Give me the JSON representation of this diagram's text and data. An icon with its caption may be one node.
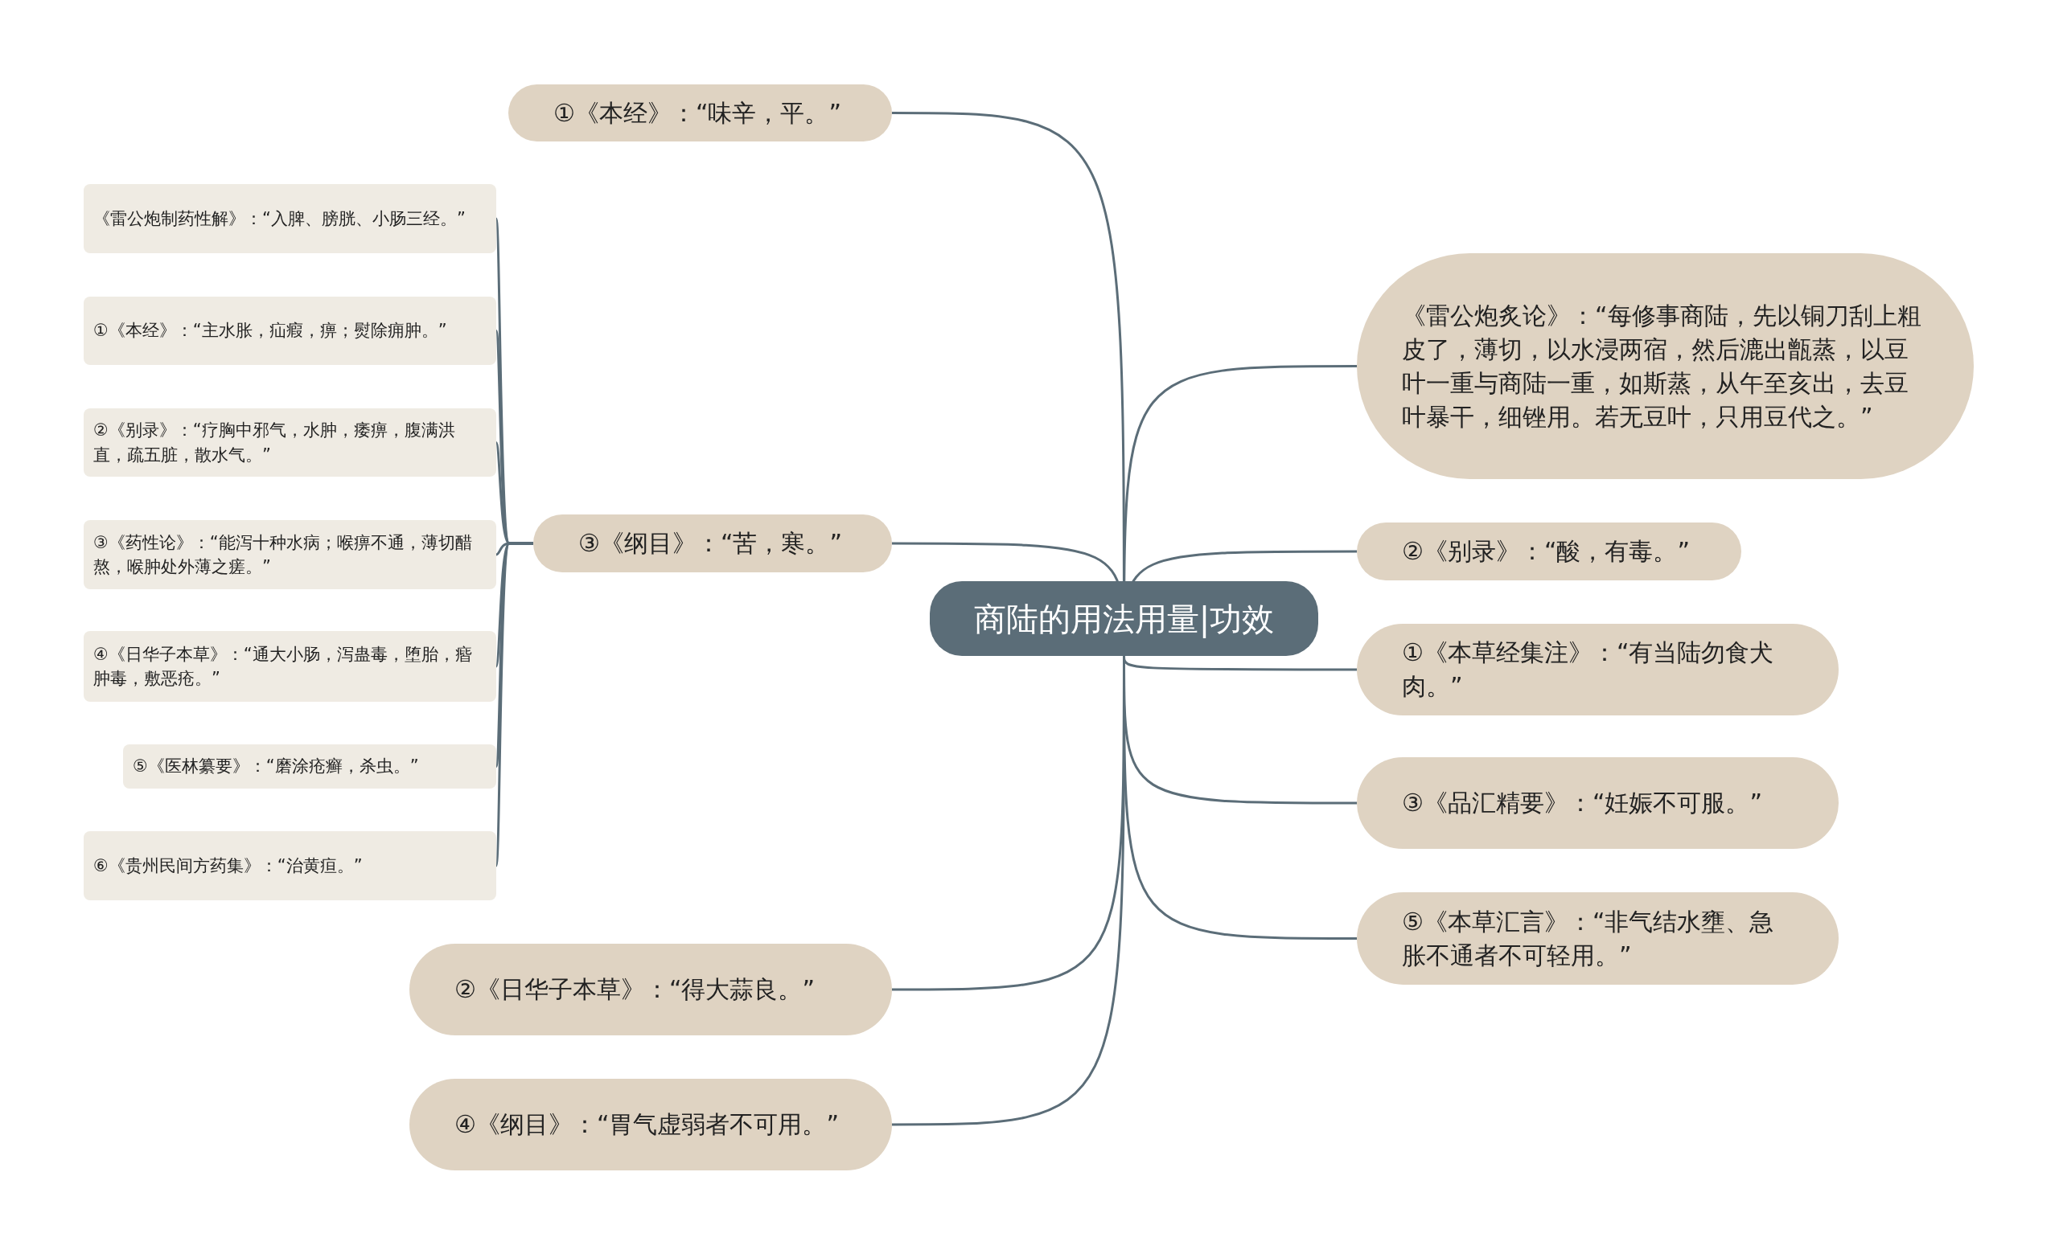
{
  "diagram": {
    "nodes": [
      {
        "text": [
          "商陆的用法用量|功效"
        ]
      },
      {
        "text": [
          "①《本经》：“味辛，平。”"
        ]
      },
      {
        "text": [
          "③《纲目》：“苦，寒。”"
        ]
      },
      {
        "text": [
          "《雷公炮制药性解》：“入脾、膀胱、小肠三经。”"
        ]
      },
      {
        "text": [
          "①《本经》：“主水胀，疝瘕，痹；熨除痈肿。”"
        ]
      },
      {
        "text": [
          "②《别录》：“疗胸中邪气，水肿，痿痹，腹满洪直，疏五脏，散水气。”"
        ]
      },
      {
        "text": [
          "③《药性论》：“能泻十种水病；喉痹不通，薄切醋熬，喉肿处外薄之瘥。”"
        ]
      },
      {
        "text": [
          "④《日华子本草》：“通大小肠，泻蛊毒，堕胎，㾬肿毒，敷恶疮。”"
        ]
      },
      {
        "text": [
          "⑤《医林纂要》：“磨涂疮癣，杀虫。”"
        ]
      },
      {
        "text": [
          "⑥《贵州民间方药集》：“治黄疸。”"
        ]
      },
      {
        "text": [
          "②《日华子本草》：“得大蒜良。”"
        ]
      },
      {
        "text": [
          "④《纲目》：“胃气虚弱者不可用。”"
        ]
      },
      {
        "text": [
          "《雷公炮炙论》：“每修事商陆，先以铜刀刮上粗皮了，薄切，以水浸两宿，然后漉出甑蒸，以豆叶一重与商陆一重，如斯蒸，从午至亥出，去豆叶暴干，细锉用。若无豆叶，只用豆代之。”"
        ]
      },
      {
        "text": [
          "②《别录》：“酸，有毒。”"
        ]
      },
      {
        "text": [
          "①《本草经集注》：“有当陆勿食犬肉。”"
        ]
      },
      {
        "text": [
          "③《品汇精要》：“妊娠不可服。”"
        ]
      },
      {
        "text": [
          "⑤《本草汇言》：“非气结水壅、急胀不通者不可轻用。”"
        ]
      }
    ],
    "edges": [
      {
        "from": 0,
        "to": 1,
        "arrow": "none"
      },
      {
        "from": 0,
        "to": 2,
        "arrow": "none"
      },
      {
        "from": 2,
        "to": 3,
        "arrow": "none"
      },
      {
        "from": 2,
        "to": 4,
        "arrow": "none"
      },
      {
        "from": 2,
        "to": 5,
        "arrow": "none"
      },
      {
        "from": 2,
        "to": 6,
        "arrow": "none"
      },
      {
        "from": 2,
        "to": 7,
        "arrow": "none"
      },
      {
        "from": 2,
        "to": 8,
        "arrow": "none"
      },
      {
        "from": 2,
        "to": 9,
        "arrow": "none"
      },
      {
        "from": 0,
        "to": 10,
        "arrow": "none"
      },
      {
        "from": 0,
        "to": 11,
        "arrow": "none"
      },
      {
        "from": 0,
        "to": 12,
        "arrow": "none"
      },
      {
        "from": 0,
        "to": 13,
        "arrow": "none"
      },
      {
        "from": 0,
        "to": 14,
        "arrow": "none"
      },
      {
        "from": 0,
        "to": 15,
        "arrow": "none"
      },
      {
        "from": 0,
        "to": 16,
        "arrow": "none"
      }
    ]
  }
}
